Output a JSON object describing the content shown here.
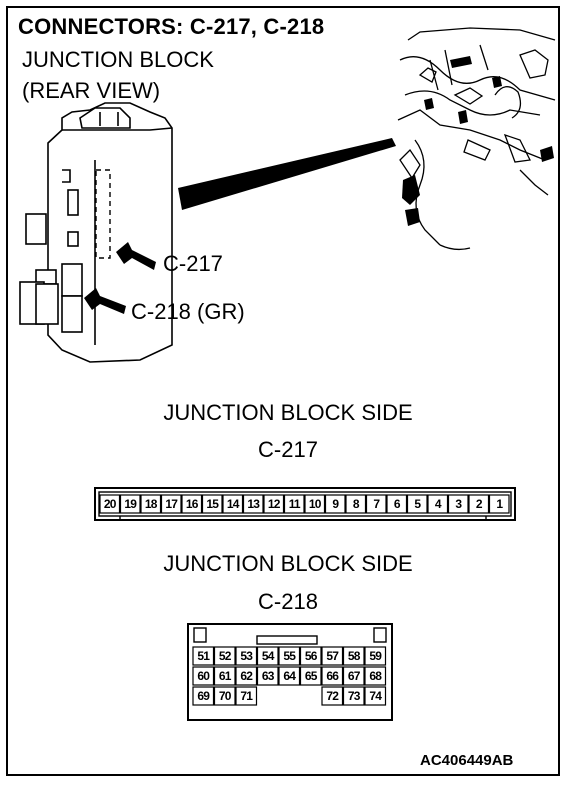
{
  "title": "CONNECTORS: C-217, C-218",
  "subtitle_line1": "JUNCTION BLOCK",
  "subtitle_line2": "(REAR VIEW)",
  "callouts": {
    "c217": "C-217",
    "c218": "C-218 (GR)"
  },
  "c217_section": {
    "heading": "JUNCTION BLOCK SIDE",
    "connector": "C-217",
    "pins": [
      "20",
      "19",
      "18",
      "17",
      "16",
      "15",
      "14",
      "13",
      "12",
      "11",
      "10",
      "9",
      "8",
      "7",
      "6",
      "5",
      "4",
      "3",
      "2",
      "1"
    ]
  },
  "c218_section": {
    "heading": "JUNCTION BLOCK SIDE",
    "connector": "C-218",
    "rows": [
      [
        "51",
        "52",
        "53",
        "54",
        "55",
        "56",
        "57",
        "58",
        "59"
      ],
      [
        "60",
        "61",
        "62",
        "63",
        "64",
        "65",
        "66",
        "67",
        "68"
      ],
      [
        "69",
        "70",
        "71",
        "",
        "",
        "",
        "72",
        "73",
        "74"
      ]
    ]
  },
  "figure_code": "AC406449AB"
}
